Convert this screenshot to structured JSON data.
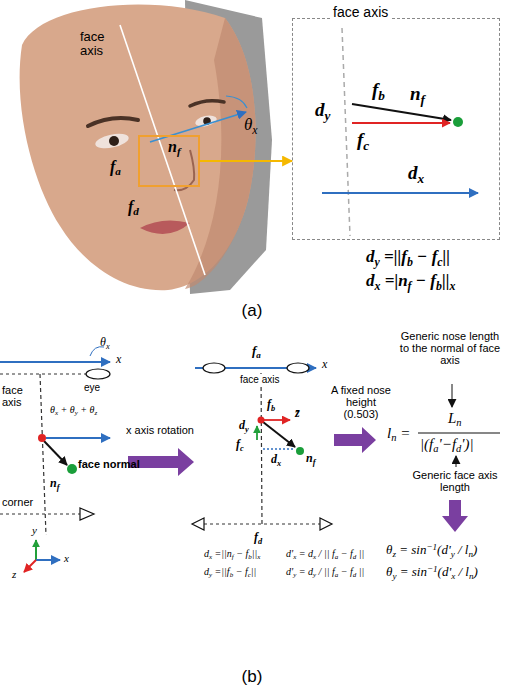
{
  "diagram": {
    "nodes": [
      {
        "text": [
          "nf"
        ]
      },
      {
        "text": [
          "face axis"
        ]
      }
    ],
    "edges": [
      {
        "from": 0,
        "to": 1,
        "arrow": "to"
      }
    ],
    "labels": [
      "face axis",
      "θx",
      "fa",
      "fd",
      "fb",
      "nf",
      "dy",
      "fc",
      "dx",
      "dy =||fb − fc||",
      "dx =|nf − fb||x",
      "(a)",
      "θx",
      "x",
      "eye",
      "face axis",
      "θx + θy + θz",
      "face normal",
      "nf",
      "corner",
      "y",
      "x",
      "z",
      "x axis rotation",
      "fa",
      "x",
      "face axis",
      "fb",
      "dy",
      "z̄",
      "fc",
      "dx",
      "nf",
      "fd",
      "dx =||nf − fb||x",
      "d'x = dx / || fa − fd ||",
      "dy =||fb − fc||",
      "d'y = dy / || fa − fd ||",
      "Generic nose length to the normal of face axis",
      "A fixed nose height (0.503)",
      "ln =",
      "Ln",
      "|(fa'−fd')|",
      "Generic face axis length",
      "θz = sin−1(d'y / ln)",
      "θy = sin−1(d'x / ln)",
      "(b)"
    ]
  }
}
